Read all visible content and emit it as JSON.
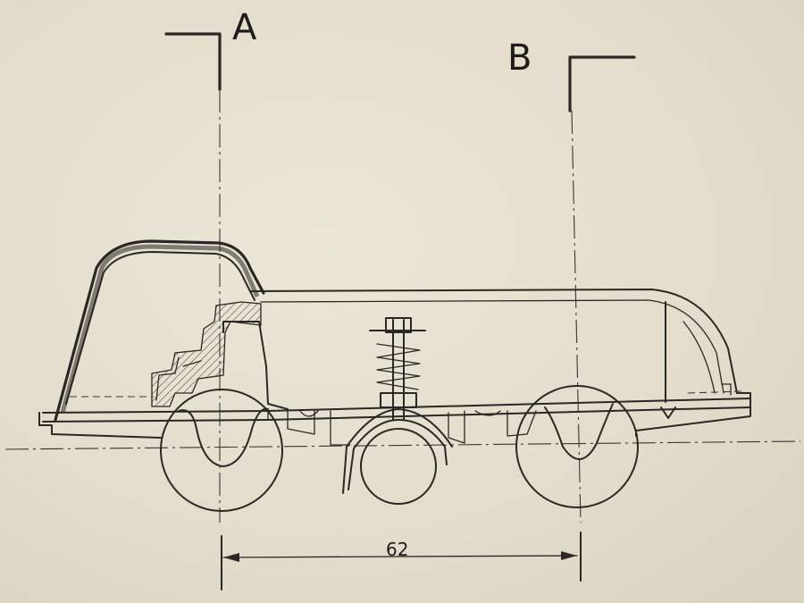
{
  "drawing": {
    "section_a_label": "A",
    "section_b_label": "B",
    "dimension_label": "62"
  },
  "colors": {
    "paper": "#e6e0cf",
    "ink": "#2a2724"
  }
}
